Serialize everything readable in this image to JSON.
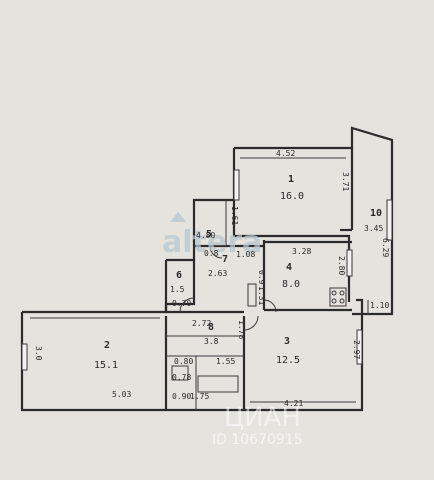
{
  "rooms": [
    {
      "id": "1",
      "number": "1",
      "area": "16.0"
    },
    {
      "id": "2",
      "number": "2",
      "area": "15.1"
    },
    {
      "id": "3",
      "number": "3",
      "area": "12.5"
    },
    {
      "id": "4",
      "number": "4",
      "area": "8.0"
    },
    {
      "id": "5",
      "number": "5",
      "area": "0.8"
    },
    {
      "id": "6",
      "number": "6",
      "area": "1.5"
    },
    {
      "id": "7",
      "number": "7",
      "area": "2.63"
    },
    {
      "id": "8",
      "number": "8",
      "area": "3.8"
    },
    {
      "id": "10",
      "number": "10",
      "area": "3.45"
    }
  ],
  "dimensions": {
    "d1": "4.52",
    "d2": "3.71",
    "d3": "6.29",
    "d4": "1.61",
    "d5": "4.80",
    "d6": "3.28",
    "d7": "1.08",
    "d8": "2.80",
    "d9": "0.9",
    "d10": "1.31",
    "d11": "1.10",
    "d12": "0.70",
    "d13": "2.72",
    "d14": "1.78",
    "d15": "2.97",
    "d16": "3.0",
    "d17": "5.03",
    "d18": "4.21",
    "d19": "1.55",
    "d20": "0.90",
    "d21": "1.75",
    "d22": "0.80",
    "d23": "0.78"
  },
  "watermarks": {
    "brand": "altera",
    "listing": "ЦИАН",
    "listing_id": "ID 10670915"
  }
}
